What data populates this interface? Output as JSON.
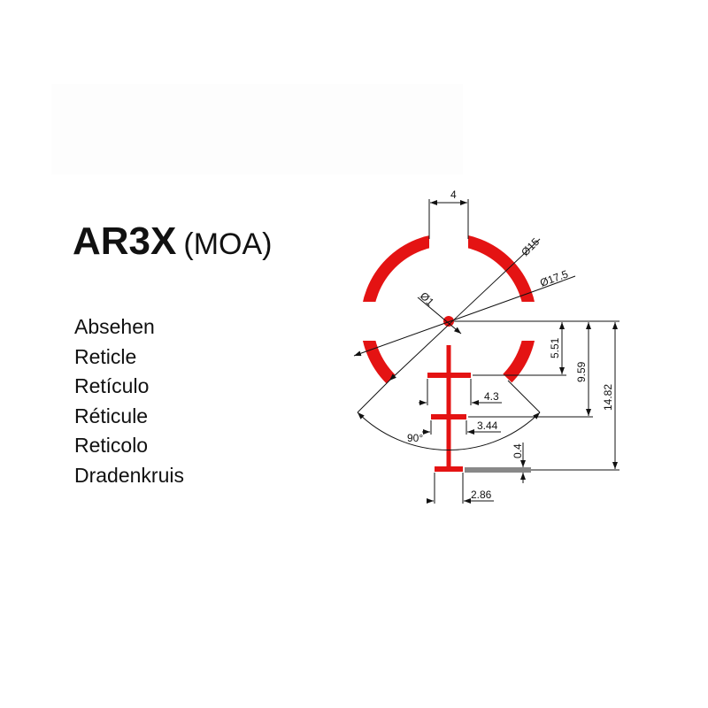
{
  "title": {
    "model": "AR3X",
    "unit": "(MOA)"
  },
  "languages": [
    "Absehen",
    "Reticle",
    "Retículo",
    "Réticule",
    "Reticolo",
    "Dradenkruis"
  ],
  "dimensions": {
    "gap_width": "4",
    "outer_ring_inner": "Ø15",
    "outer_ring_outer": "Ø17.5",
    "center_dot": "Ø1",
    "bar1_drop": "5.51",
    "bar2_drop": "9.59",
    "bar3_drop": "14.82",
    "bar1_width": "4.3",
    "bar2_width": "3.44",
    "bar3_width": "2.86",
    "bar_thickness": "0.4",
    "bottom_angle": "90°"
  },
  "colors": {
    "reticle": "#e41313",
    "lines": "#111111"
  }
}
